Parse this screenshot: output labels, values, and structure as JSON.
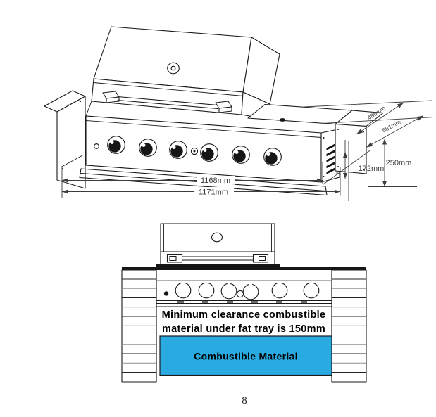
{
  "page": {
    "number": "8"
  },
  "top_diagram": {
    "dimensions": {
      "overall_width_inner": "1168mm",
      "overall_width_outer": "1171mm",
      "depth_front": "486mm",
      "depth_back": "581mm",
      "height_right": "250mm",
      "height_inner": "172mm"
    }
  },
  "bottom_diagram": {
    "warning_line1": "Minimum clearance combustible",
    "warning_line2": "material under fat tray is 150mm",
    "combustible_label": "Combustible Material",
    "combustible_fill": "#29ABE2"
  }
}
